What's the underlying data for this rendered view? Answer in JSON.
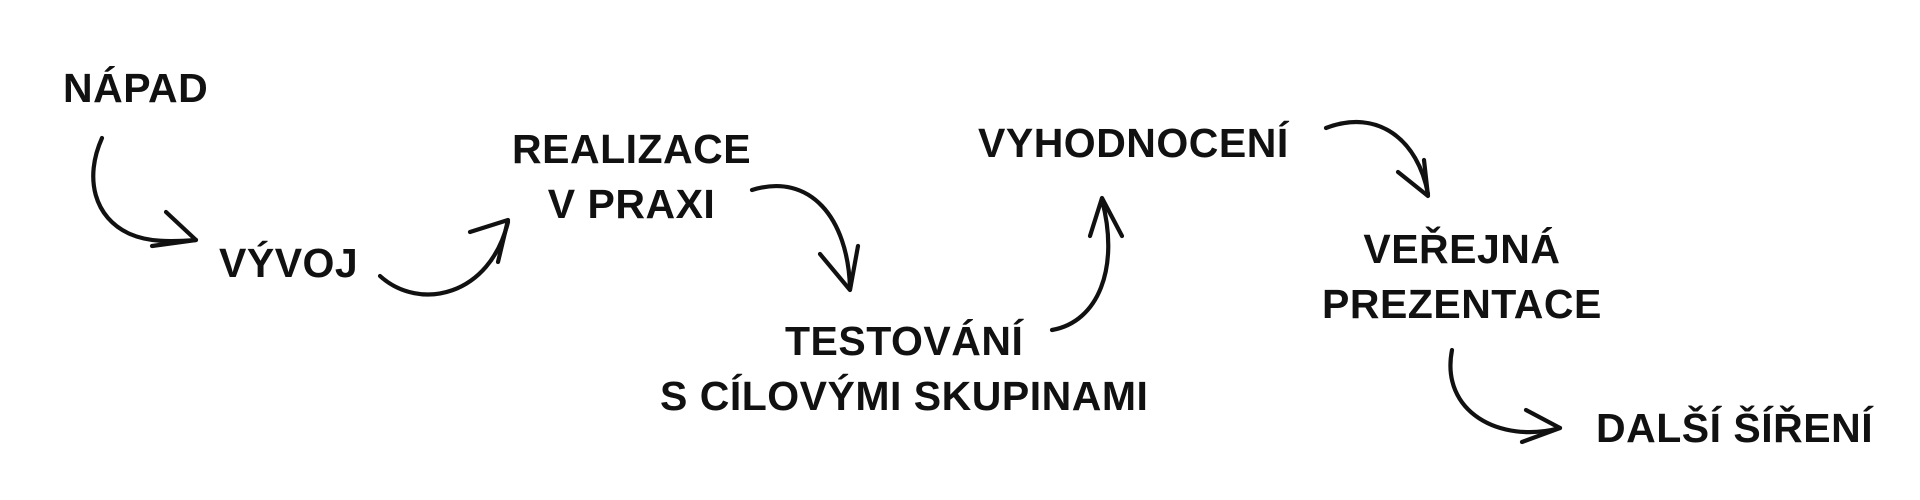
{
  "diagram": {
    "steps": {
      "napad": {
        "lines": [
          "NÁPAD"
        ]
      },
      "vyvoj": {
        "lines": [
          "VÝVOJ"
        ]
      },
      "realizace": {
        "lines": [
          "REALIZACE",
          "V PRAXI"
        ]
      },
      "vyhodnoceni": {
        "lines": [
          "VYHODNOCENÍ"
        ]
      },
      "testovani": {
        "lines": [
          "TESTOVÁNÍ",
          "S CÍLOVÝMI SKUPINAMI"
        ]
      },
      "verejna": {
        "lines": [
          "VEŘEJNÁ",
          "PREZENTACE"
        ]
      },
      "dalsi": {
        "lines": [
          "DALŠÍ ŠÍŘENÍ"
        ]
      }
    },
    "colors": {
      "ink": "#111111",
      "background": "#ffffff"
    },
    "connector_style": "hand-drawn curved arrows"
  }
}
